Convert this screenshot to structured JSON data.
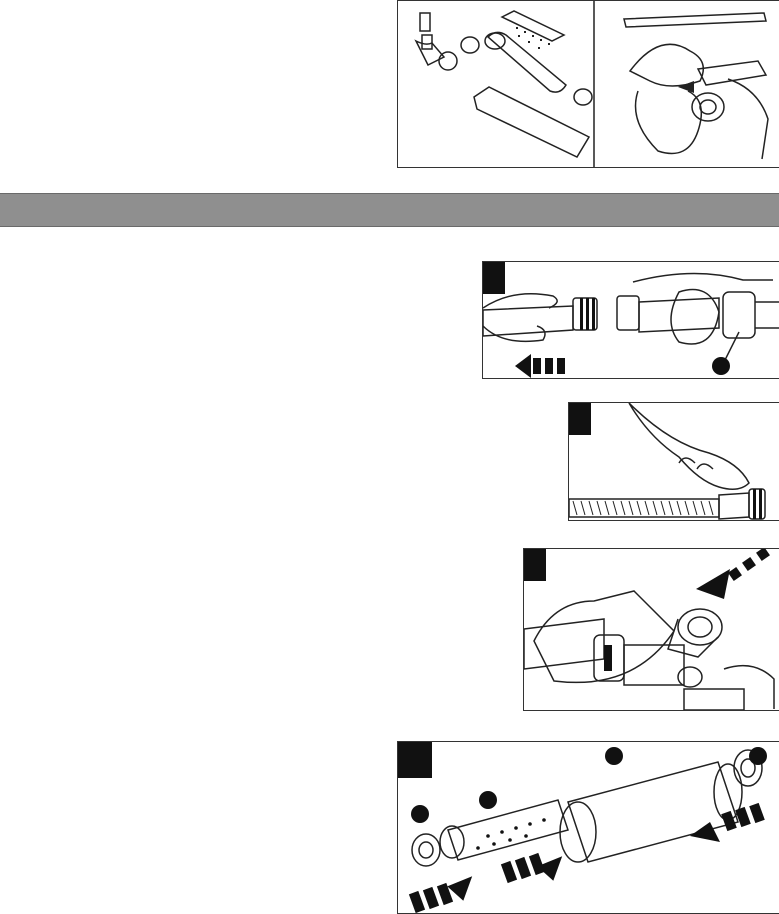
{
  "section_bar": {
    "title": "",
    "color": "#8f8f8f"
  },
  "colors": {
    "ink": "#111111",
    "paper": "#ffffff",
    "frame": "#333333"
  },
  "panels": [
    {
      "id": "top",
      "description_icon": "filter-parts-exploded"
    },
    {
      "id": "step-1",
      "description_icon": "pull-hose-apart"
    },
    {
      "id": "step-2",
      "description_icon": "press-hose-end"
    },
    {
      "id": "step-3",
      "description_icon": "insert-filter-cap"
    },
    {
      "id": "step-4",
      "description_icon": "assemble-cartridge"
    }
  ]
}
